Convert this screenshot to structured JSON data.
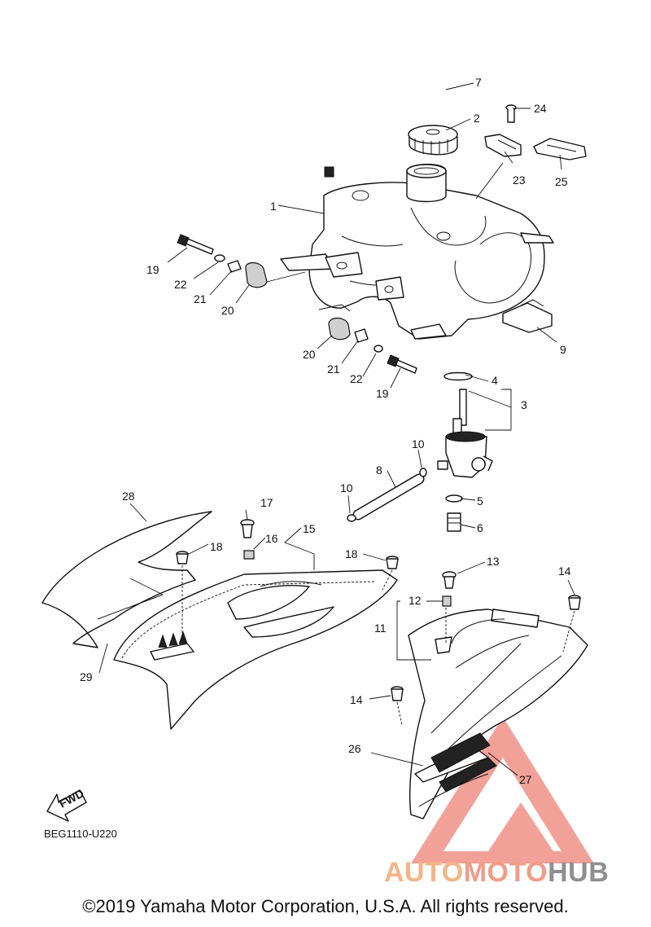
{
  "callouts": {
    "c1": "1",
    "c2": "2",
    "c3": "3",
    "c4": "4",
    "c5": "5",
    "c6": "6",
    "c7": "7",
    "c8": "8",
    "c9": "9",
    "c10a": "10",
    "c10b": "10",
    "c11": "11",
    "c12": "12",
    "c13": "13",
    "c14a": "14",
    "c14b": "14",
    "c15": "15",
    "c16": "16",
    "c17": "17",
    "c18a": "18",
    "c18b": "18",
    "c19a": "19",
    "c19b": "19",
    "c20a": "20",
    "c20b": "20",
    "c21a": "21",
    "c21b": "21",
    "c22a": "22",
    "c22b": "22",
    "c23": "23",
    "c24": "24",
    "c25": "25",
    "c26": "26",
    "c27": "27",
    "c28": "28",
    "c29": "29"
  },
  "fwd_label": "FWD",
  "diagram_code": "BEG1110-U220",
  "copyright": "©2019 Yamaha Motor Corporation, U.S.A. All rights reserved.",
  "watermark": {
    "part1": "AUTO",
    "part2": "MOTO",
    "part3": "HUB",
    "colors": {
      "triangle": "#f08a80",
      "auto": "#f5b486",
      "moto": "#f29b86",
      "hub": "#8f8f8f"
    }
  }
}
